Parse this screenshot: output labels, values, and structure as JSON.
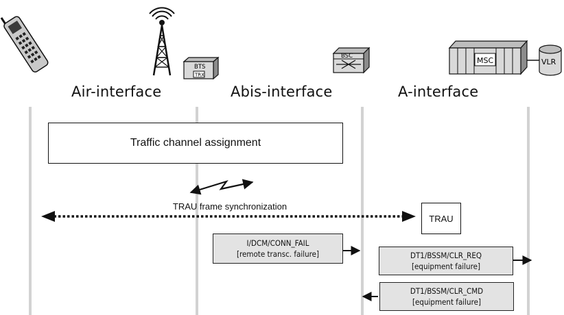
{
  "interfaces": {
    "air": "Air-interface",
    "abis": "Abis-interface",
    "a": "A-interface"
  },
  "nodes": {
    "bts": "BTS",
    "trx": "TRX",
    "bsc": "BSC",
    "msc": "MSC",
    "vlr": "VLR"
  },
  "boxes": {
    "traffic_assignment": "Traffic channel assignment",
    "trau": "TRAU",
    "sync_label": "TRAU frame synchronization"
  },
  "messages": [
    {
      "line1": "I/DCM/CONN_FAIL",
      "line2": "[remote transc. failure]"
    },
    {
      "line1": "DT1/BSSM/CLR_REQ",
      "line2": "[equipment failure]"
    },
    {
      "line1": "DT1/BSSM/CLR_CMD",
      "line2": "[equipment failure]"
    }
  ]
}
